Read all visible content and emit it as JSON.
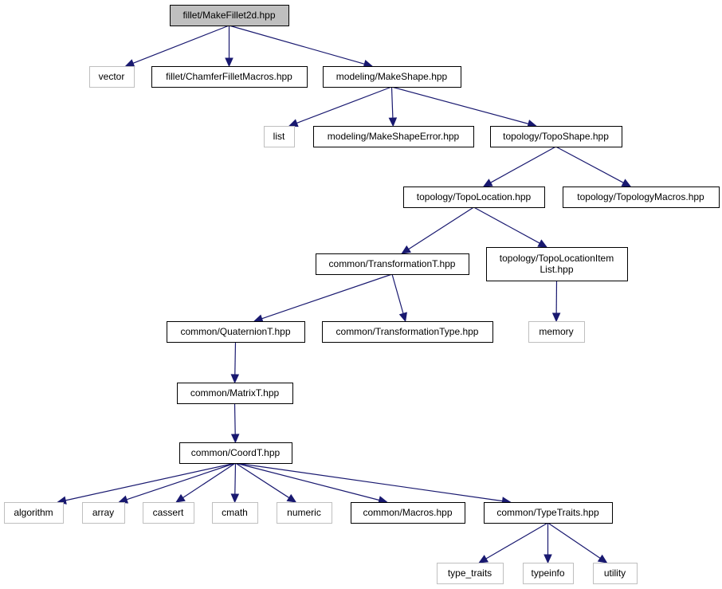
{
  "diagram": {
    "type": "include-dependency-graph",
    "colors": {
      "edge": "#191970",
      "root_fill": "#bfbfbf",
      "local_border": "#000000",
      "external_border": "#bfbfbf"
    },
    "nodes": [
      {
        "id": "root",
        "label": "fillet/MakeFillet2d.hpp",
        "kind": "root"
      },
      {
        "id": "vector",
        "label": "vector",
        "kind": "external"
      },
      {
        "id": "chamfer",
        "label": "fillet/ChamferFilletMacros.hpp",
        "kind": "local"
      },
      {
        "id": "makeshape",
        "label": "modeling/MakeShape.hpp",
        "kind": "local"
      },
      {
        "id": "list",
        "label": "list",
        "kind": "external"
      },
      {
        "id": "makeshapeerror",
        "label": "modeling/MakeShapeError.hpp",
        "kind": "local"
      },
      {
        "id": "toposhape",
        "label": "topology/TopoShape.hpp",
        "kind": "local"
      },
      {
        "id": "topolocation",
        "label": "topology/TopoLocation.hpp",
        "kind": "local"
      },
      {
        "id": "topologymacros",
        "label": "topology/TopologyMacros.hpp",
        "kind": "local"
      },
      {
        "id": "transformationt",
        "label": "common/TransformationT.hpp",
        "kind": "local"
      },
      {
        "id": "topolocationitem",
        "label": [
          "topology/TopoLocationItem",
          "List.hpp"
        ],
        "kind": "local"
      },
      {
        "id": "quaterniont",
        "label": "common/QuaternionT.hpp",
        "kind": "local"
      },
      {
        "id": "transformationtype",
        "label": "common/TransformationType.hpp",
        "kind": "local"
      },
      {
        "id": "memory",
        "label": "memory",
        "kind": "external"
      },
      {
        "id": "matrixt",
        "label": "common/MatrixT.hpp",
        "kind": "local"
      },
      {
        "id": "coordt",
        "label": "common/CoordT.hpp",
        "kind": "local"
      },
      {
        "id": "algorithm",
        "label": "algorithm",
        "kind": "external"
      },
      {
        "id": "array",
        "label": "array",
        "kind": "external"
      },
      {
        "id": "cassert",
        "label": "cassert",
        "kind": "external"
      },
      {
        "id": "cmath",
        "label": "cmath",
        "kind": "external"
      },
      {
        "id": "numeric",
        "label": "numeric",
        "kind": "external"
      },
      {
        "id": "macros",
        "label": "common/Macros.hpp",
        "kind": "local"
      },
      {
        "id": "typetraits",
        "label": "common/TypeTraits.hpp",
        "kind": "local"
      },
      {
        "id": "type_traits",
        "label": "type_traits",
        "kind": "external"
      },
      {
        "id": "typeinfo",
        "label": "typeinfo",
        "kind": "external"
      },
      {
        "id": "utility",
        "label": "utility",
        "kind": "external"
      }
    ],
    "edges": [
      {
        "from": "root",
        "to": "vector"
      },
      {
        "from": "root",
        "to": "chamfer"
      },
      {
        "from": "root",
        "to": "makeshape"
      },
      {
        "from": "makeshape",
        "to": "list"
      },
      {
        "from": "makeshape",
        "to": "makeshapeerror"
      },
      {
        "from": "makeshape",
        "to": "toposhape"
      },
      {
        "from": "toposhape",
        "to": "topolocation"
      },
      {
        "from": "toposhape",
        "to": "topologymacros"
      },
      {
        "from": "topolocation",
        "to": "transformationt"
      },
      {
        "from": "topolocation",
        "to": "topolocationitem"
      },
      {
        "from": "transformationt",
        "to": "quaterniont"
      },
      {
        "from": "transformationt",
        "to": "transformationtype"
      },
      {
        "from": "topolocationitem",
        "to": "memory"
      },
      {
        "from": "quaterniont",
        "to": "matrixt"
      },
      {
        "from": "matrixt",
        "to": "coordt"
      },
      {
        "from": "coordt",
        "to": "algorithm"
      },
      {
        "from": "coordt",
        "to": "array"
      },
      {
        "from": "coordt",
        "to": "cassert"
      },
      {
        "from": "coordt",
        "to": "cmath"
      },
      {
        "from": "coordt",
        "to": "numeric"
      },
      {
        "from": "coordt",
        "to": "macros"
      },
      {
        "from": "coordt",
        "to": "typetraits"
      },
      {
        "from": "typetraits",
        "to": "type_traits"
      },
      {
        "from": "typetraits",
        "to": "typeinfo"
      },
      {
        "from": "typetraits",
        "to": "utility"
      }
    ]
  }
}
